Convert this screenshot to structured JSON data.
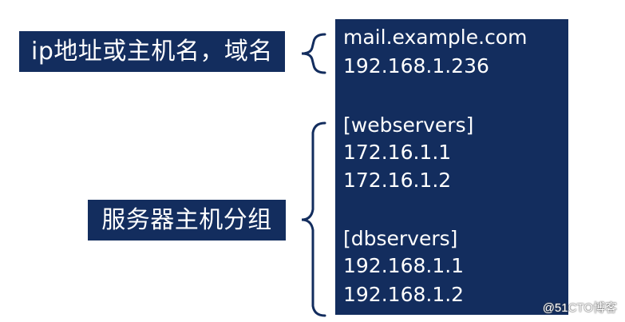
{
  "labels": {
    "host": "ip地址或主机名，域名",
    "group": "服务器主机分组"
  },
  "inventory": {
    "hosts": [
      "mail.example.com",
      "192.168.1.236"
    ],
    "webservers_header": "[webservers]",
    "webservers": [
      "172.16.1.1",
      "172.16.1.2"
    ],
    "dbservers_header": "[dbservers]",
    "dbservers": [
      "192.168.1.1",
      "192.168.1.2"
    ]
  },
  "watermark": "@51CTO博客",
  "colors": {
    "panel": "#132d5e",
    "text": "#ffffff",
    "brace": "#132d5e"
  }
}
